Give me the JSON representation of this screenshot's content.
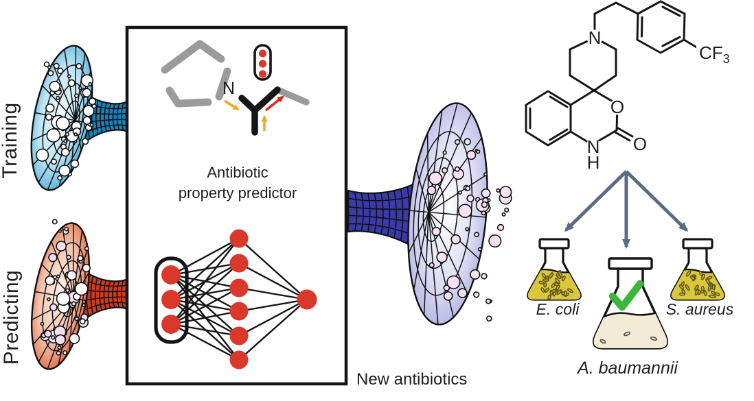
{
  "figure": {
    "training_label": "Training",
    "predicting_label": "Predicting",
    "predictor_title_line1": "Antibiotic",
    "predictor_title_line2": "property predictor",
    "output_label": "New antibiotics",
    "molecule_n": "N",
    "chem": {
      "n_top": "N",
      "o_ring": "O",
      "o_carbonyl": "O",
      "n_amide": "N",
      "h_amide": "H",
      "cf": "CF",
      "cf_sub": "3"
    },
    "flasks": {
      "left": "E. coli",
      "middle": "A. baumannii",
      "right": "S. aureus"
    }
  },
  "colors": {
    "training_blue": "#1583b8",
    "training_text": "#4353a8",
    "predicting_red": "#cf3a1e",
    "predicting_text": "#c9391f",
    "output_purple": "#3a3aa8",
    "nn_node_red": "#d9382a",
    "bond_gray": "#9b9b9b",
    "highlight_orange": "#f5a81f",
    "highlight_red": "#d8291c",
    "assay_arrow_slate": "#5a6b85",
    "flask_liquid_yellow": "#d9c83e",
    "flask_liquid_cream": "#f4ebd6",
    "check_green": "#3bb53a"
  }
}
